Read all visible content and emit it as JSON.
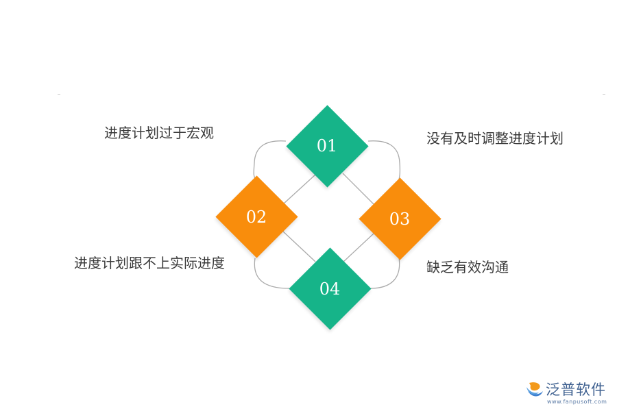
{
  "colors": {
    "green": "#16b489",
    "orange": "#f98d0c",
    "line": "#aaaaaa",
    "text": "#3a3a3a",
    "logo": "#3d5f8f"
  },
  "nodes": [
    {
      "id": "01",
      "label": "进度计划过于宏观",
      "color": "green"
    },
    {
      "id": "02",
      "label": "进度计划跟不上实际进度",
      "color": "orange"
    },
    {
      "id": "03",
      "label": "没有及时调整进度计划",
      "color": "orange"
    },
    {
      "id": "04",
      "label": "缺乏有效沟通",
      "color": "green"
    }
  ],
  "logo": {
    "name": "泛普软件",
    "url": "www.fanpusoft.com",
    "icon": "fanpu-logo-icon"
  }
}
